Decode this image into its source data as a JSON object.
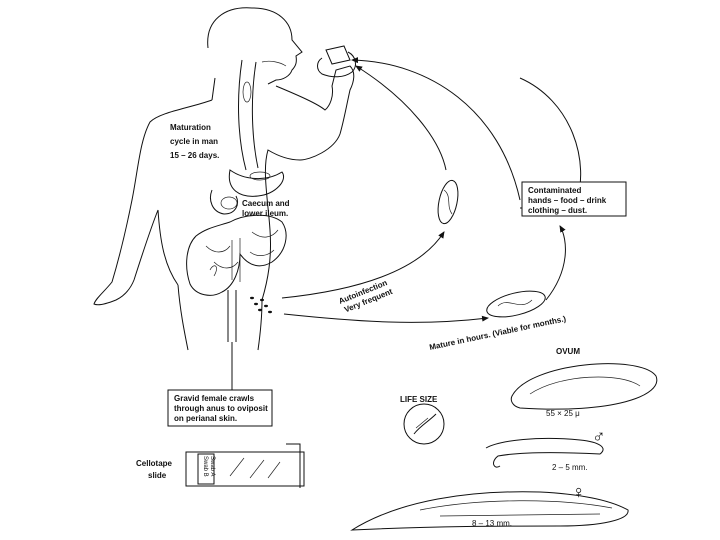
{
  "labels": {
    "maturation": [
      "Maturation",
      "cycle in man",
      "15 – 26 days."
    ],
    "caecum": [
      "Caecum and",
      "lower ileum."
    ],
    "contaminated": [
      "Contaminated",
      "hands – food – drink",
      "clothing – dust."
    ],
    "autoinfection": [
      "Autoinfection",
      "Very frequent"
    ],
    "mature": "Mature in hours. (Viable for months.)",
    "gravid": [
      "Gravid female crawls",
      "through anus to oviposit",
      "on perianal skin."
    ],
    "life_size": "LIFE SIZE",
    "ovum": "OVUM",
    "ovum_size": "55 × 25 μ",
    "male_symbol": "♂",
    "male_size": "2 – 5 mm.",
    "female_symbol": "♀",
    "female_size": "8 – 13 mm.",
    "cellotape": [
      "Cellotape",
      "slide"
    ],
    "slide_label": [
      "Swab B",
      "Swab A"
    ]
  },
  "colors": {
    "ink": "#111111",
    "paper": "#ffffff"
  }
}
